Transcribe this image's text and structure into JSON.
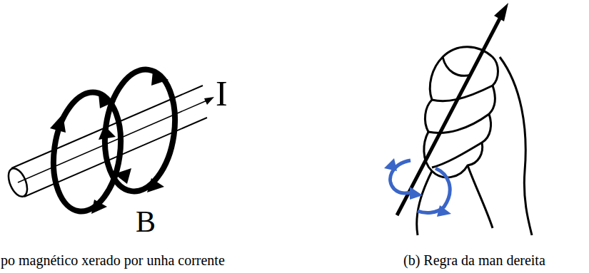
{
  "diagram": {
    "labels": [
      "I",
      "B",
      "po magnético xerado por unha corrente",
      "(b) Regra da man dereita"
    ]
  }
}
